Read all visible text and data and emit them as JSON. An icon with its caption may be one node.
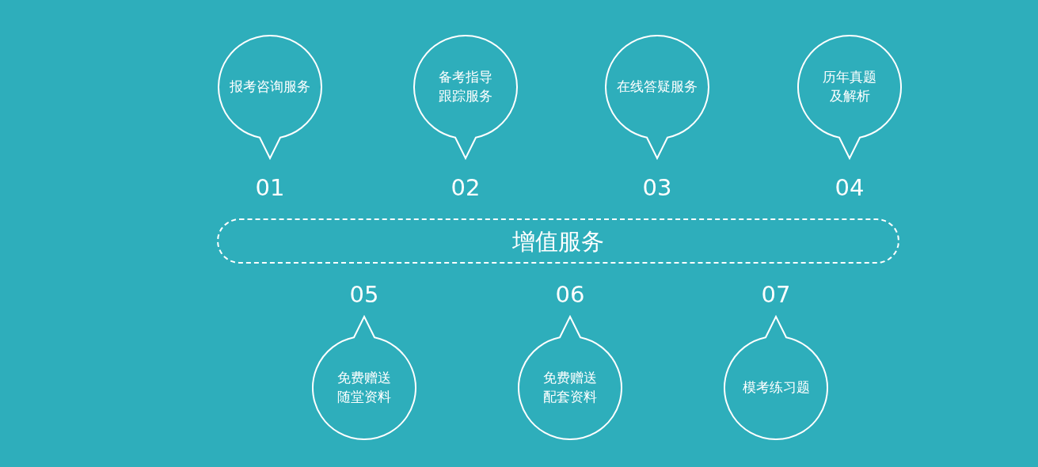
{
  "diagram": {
    "nodes": [
      {
        "text": [
          "报考咨询服务"
        ],
        "beside": [
          "01"
        ]
      },
      {
        "text": [
          "备考指导跟踪服务"
        ],
        "beside": [
          "02"
        ]
      },
      {
        "text": [
          "在线答疑服务"
        ],
        "beside": [
          "03"
        ]
      },
      {
        "text": [
          "历年真题及解析"
        ],
        "beside": [
          "04"
        ]
      },
      {
        "text": [
          "增值服务"
        ]
      },
      {
        "text": [
          "免费赠送随堂资料"
        ],
        "beside": [
          "05"
        ]
      },
      {
        "text": [
          "免费赠送配套资料"
        ],
        "beside": [
          "06"
        ]
      },
      {
        "text": [
          "模考练习题"
        ],
        "beside": [
          "07"
        ]
      }
    ]
  }
}
